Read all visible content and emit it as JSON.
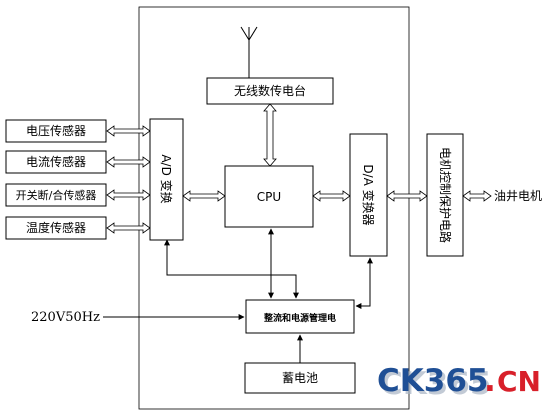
{
  "blocks": {
    "wireless_station": "无线数传电台",
    "sensor_voltage": "电压传感器",
    "sensor_current": "电流传感器",
    "sensor_switch": "开关断/合传感器",
    "sensor_temperature": "温度传感器",
    "ad_converter": "A/D 变换",
    "cpu": "CPU",
    "da_converter": "D/A 变换器",
    "motor_protection": "电机控制保护电路",
    "oil_well_motor": "油井电机",
    "power_mgmt": "整流和电源管理电",
    "battery": "蓄电池",
    "power_input": "220V50Hz"
  },
  "watermark": {
    "ck365": "CK365",
    "dot": ".",
    "cn": "CN"
  },
  "colors": {
    "watermark_blue": "#1f4f95",
    "watermark_red": "#d8202a",
    "watermark_gray": "#a9b4c4"
  }
}
